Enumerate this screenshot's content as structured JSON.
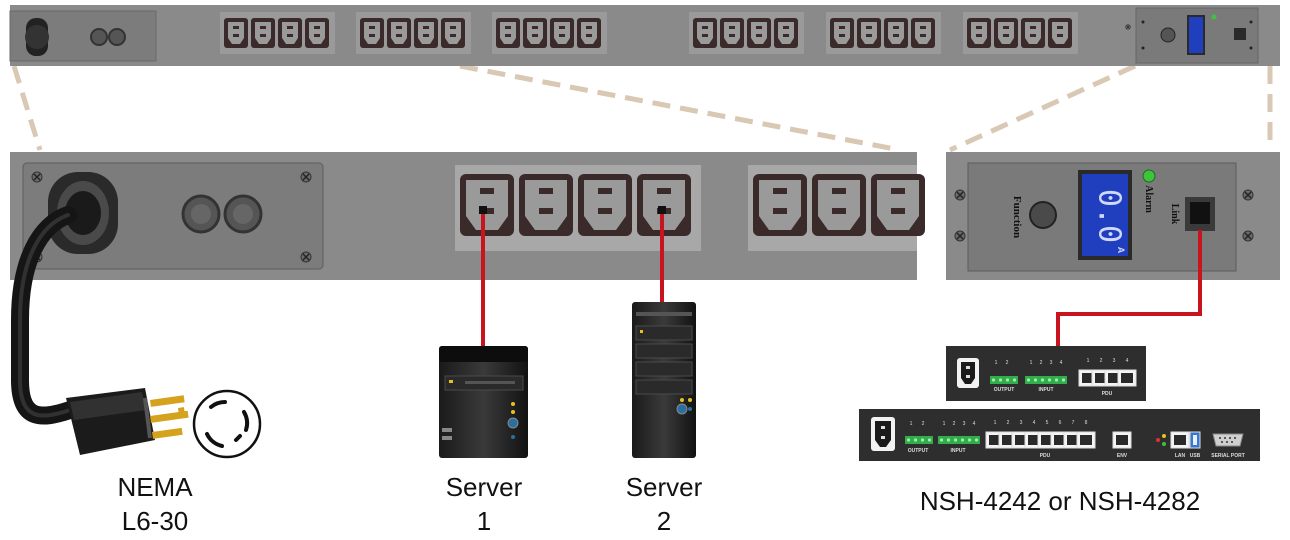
{
  "pdu_panel": {
    "function_label": "Function",
    "alarm_label": "Alarm",
    "link_label": "Link",
    "display_value": "0.0",
    "display_unit": "A"
  },
  "controller": {
    "small_unit": {
      "output_label": "OUTPUT",
      "input_label": "INPUT",
      "pdu_label": "PDU",
      "output_numbers": [
        "1",
        "2"
      ],
      "input_numbers": [
        "1",
        "2",
        "3",
        "4"
      ],
      "pdu_numbers": [
        "1",
        "2",
        "3",
        "4"
      ]
    },
    "large_unit": {
      "output_label": "OUTPUT",
      "input_label": "INPUT",
      "pdu_label": "PDU",
      "env_label": "ENV",
      "lan_label": "LAN",
      "usb_label": "USB",
      "serial_label": "SERIAL PORT",
      "output_numbers": [
        "1",
        "2"
      ],
      "input_numbers": [
        "1",
        "2",
        "3",
        "4"
      ],
      "pdu_numbers": [
        "1",
        "2",
        "3",
        "4",
        "5",
        "6",
        "7",
        "8"
      ]
    }
  },
  "captions": {
    "plug_line1": "NEMA",
    "plug_line2": "L6-30",
    "server1_line1": "Server",
    "server1_line2": "1",
    "server2_line1": "Server",
    "server2_line2": "2",
    "controller": "NSH-4242 or NSH-4282"
  },
  "colors": {
    "pdu_body": "#8a8a8a",
    "outlet_block": "#9a9a9a",
    "outlet_dark": "#3a2a2a",
    "cable_red": "#c8141e",
    "lcd_blue": "#1f3fbf",
    "alarm_led": "#3cc43c",
    "zoom_guide": "#d8c8b4"
  }
}
